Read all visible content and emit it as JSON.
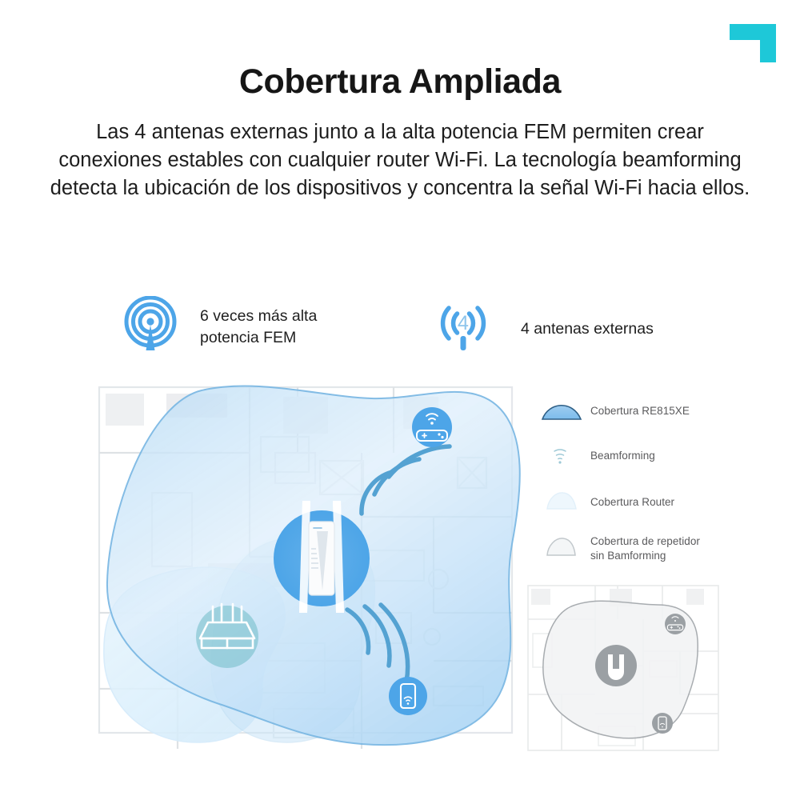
{
  "brand": {
    "mark_name": "tp-link-corner-mark",
    "color": "#1ec8d8"
  },
  "header": {
    "title": "Cobertura Ampliada",
    "subtitle": "Las 4 antenas externas junto a la alta potencia FEM permiten crear conexiones estables con cualquier router Wi-Fi. La tecnología beamforming detecta la ubicación de los dispositivos y concentra la señal Wi-Fi hacia ellos."
  },
  "features": [
    {
      "icon": "fem-antenna-broadcast-icon",
      "label": "6 veces más alta\npotencia FEM"
    },
    {
      "icon": "four-antennas-signal-icon",
      "label": "4 antenas externas",
      "badge": "4"
    }
  ],
  "legend": {
    "items": [
      {
        "icon": "coverage-dome-filled-icon",
        "label": "Cobertura RE815XE"
      },
      {
        "icon": "beamforming-waves-icon",
        "label": "Beamforming"
      },
      {
        "icon": "coverage-dome-router-icon",
        "label": "Cobertura Router"
      },
      {
        "icon": "coverage-dome-outline-icon",
        "label": "Cobertura de repetidor\nsin Bamforming"
      }
    ]
  },
  "diagram": {
    "name": "coverage-floorplan-diagram",
    "devices": [
      {
        "icon": "range-extender-device-icon",
        "name": "re815xe-extender"
      },
      {
        "icon": "gamepad-wifi-icon",
        "name": "gaming-console-device"
      },
      {
        "icon": "router-wifi-icon",
        "name": "router-device"
      },
      {
        "icon": "smartphone-wifi-icon",
        "name": "smartphone-device"
      }
    ],
    "beams": [
      {
        "name": "beamforming-arcs-upper-right",
        "count": 3
      },
      {
        "name": "beamforming-arcs-lower-right",
        "count": 3
      }
    ]
  },
  "inset": {
    "name": "no-beamforming-comparison-inset",
    "devices": [
      {
        "icon": "extender-gray-icon",
        "name": "extender-device-gray"
      },
      {
        "icon": "gamepad-gray-icon",
        "name": "gaming-console-device-gray"
      },
      {
        "icon": "smartphone-gray-icon",
        "name": "smartphone-device-gray"
      }
    ]
  },
  "colors": {
    "accent_blue": "#4da5e8",
    "deep_blue": "#2e7fc4",
    "teal": "#5bb8c4",
    "coverage_fill_start": "#bcdcf5",
    "coverage_fill_end": "#eaf5fd",
    "router_coverage": "#dff1fc",
    "text_dark": "#161616",
    "text_muted": "#5a5a5c",
    "gray_inset": "#b8bbbd"
  }
}
